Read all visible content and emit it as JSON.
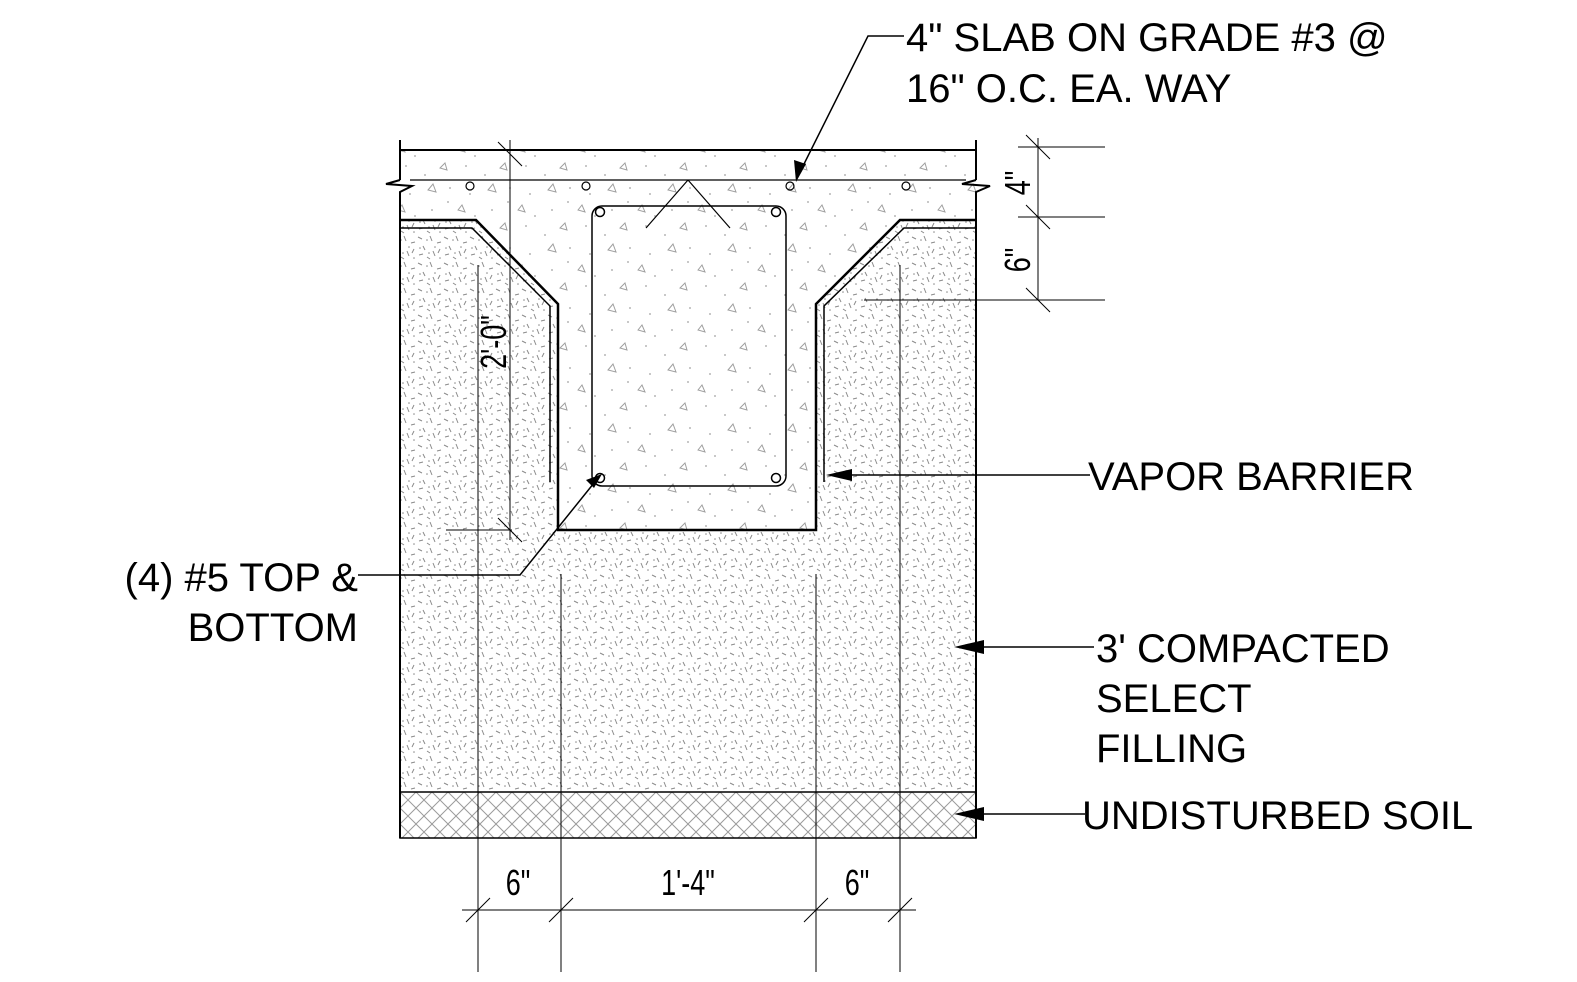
{
  "callouts": {
    "slab_line1": "4\" SLAB ON GRADE #3 @",
    "slab_line2": "16\" O.C. EA. WAY",
    "vapor_barrier": "VAPOR BARRIER",
    "rebar_line1": "(4) #5 TOP &",
    "rebar_line2": "BOTTOM",
    "fill_line1": "3' COMPACTED",
    "fill_line2": "SELECT",
    "fill_line3": "FILLING",
    "soil": "UNDISTURBED SOIL"
  },
  "dimensions": {
    "slab_thickness": "4\"",
    "drop_depth": "6\"",
    "beam_depth": "2'-0\"",
    "left_width": "6\"",
    "center_width": "1'-4\"",
    "right_width": "6\""
  },
  "colors": {
    "line": "#000000",
    "fill_speckle": "#8a8a8a",
    "soil_hatch": "#9a9a9a"
  }
}
